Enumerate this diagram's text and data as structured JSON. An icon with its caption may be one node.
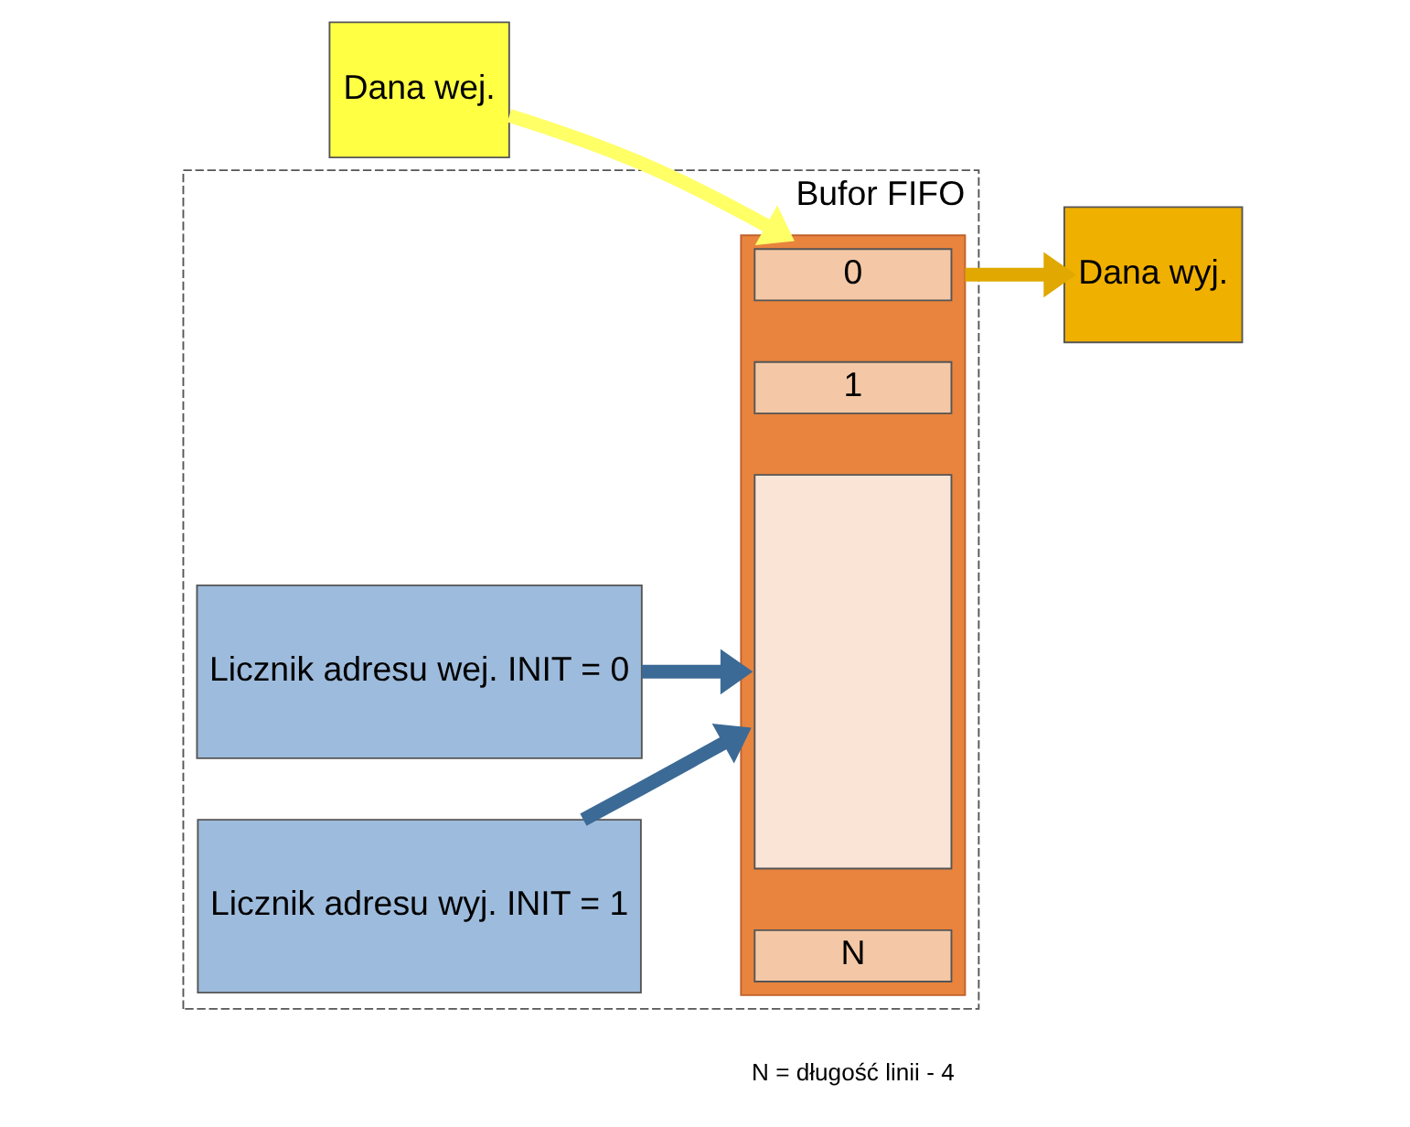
{
  "diagram": {
    "nodes": [
      {
        "text": [
          "Bufor FIFO"
        ]
      },
      {
        "text": [
          "Dana wej."
        ]
      },
      {
        "text": [],
        "shape": "box",
        "in": 0
      },
      {
        "text": [
          "0"
        ],
        "in": 2
      },
      {
        "text": [
          "1"
        ],
        "in": 2
      },
      {
        "text": [],
        "shape": "box",
        "in": 2
      },
      {
        "text": [
          "N"
        ],
        "in": 2
      },
      {
        "text": [
          "Licznik adresu wej. INIT = 0"
        ],
        "in": 0
      },
      {
        "text": [
          "Licznik adresu wyj. INIT = 1"
        ],
        "in": 0
      },
      {
        "text": [
          "Dana wyj."
        ]
      }
    ],
    "edges": [
      {
        "from": 1,
        "to": 2,
        "arrow": "to",
        "color": "#ffff66"
      },
      {
        "from": 2,
        "to": 9,
        "arrow": "to",
        "color": "#e0a800"
      },
      {
        "from": 7,
        "to": 2,
        "arrow": "to",
        "color": "#3c6a96"
      },
      {
        "from": 8,
        "to": 2,
        "arrow": "to",
        "color": "#3c6a96"
      }
    ],
    "labels": [
      "N = długość linii - 4"
    ]
  }
}
